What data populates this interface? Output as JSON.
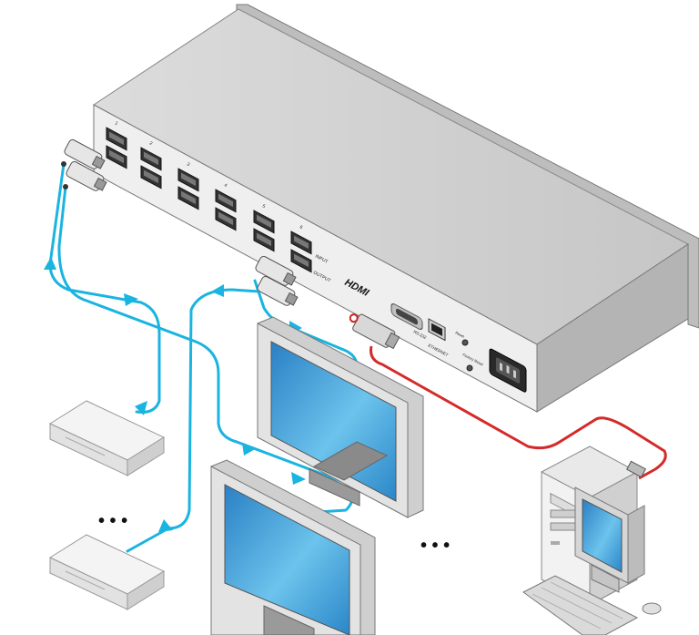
{
  "labels": {
    "port_numbers": [
      "1",
      "2",
      "3",
      "4",
      "5",
      "6"
    ],
    "input_label": "INPUT",
    "output_label": "OUTPUT",
    "hdmi_logo": "HDMI",
    "rs232_label": "RS-232",
    "ethernet_label": "ETHERNET",
    "reset_label": "Reset",
    "factory_reset_label": "Factory Reset",
    "ellipsis_sources": "• • •",
    "ellipsis_displays": "• • •"
  },
  "colors": {
    "hdmi_cable": "#1ab4e0",
    "rs232_cable": "#d42a2a",
    "device_body": "#e8e8e8",
    "screen": "#3ea0d6"
  }
}
